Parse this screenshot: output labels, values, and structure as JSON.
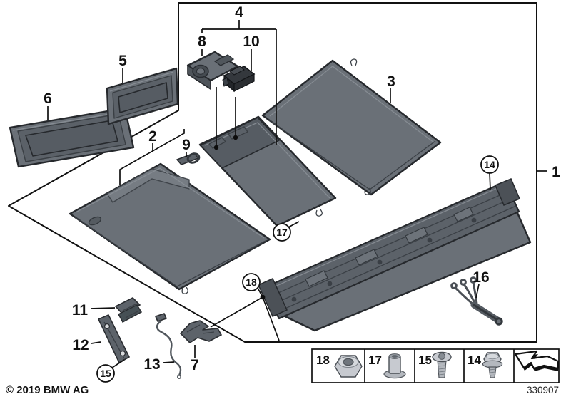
{
  "diagram": {
    "description": "Trunk floor / luggage compartment trim parts diagram",
    "callouts": {
      "c1": "1",
      "c2": "2",
      "c3": "3",
      "c4": "4",
      "c5": "5",
      "c6": "6",
      "c7": "7",
      "c8": "8",
      "c9": "9",
      "c10": "10",
      "c11": "11",
      "c12": "12",
      "c13": "13",
      "c14": "14",
      "c15": "15",
      "c16": "16",
      "c17": "17",
      "c18": "18"
    }
  },
  "legend": {
    "items": [
      {
        "label": "18",
        "icon": "hex-nut-icon"
      },
      {
        "label": "17",
        "icon": "sleeve-bushing-icon"
      },
      {
        "label": "15",
        "icon": "torx-screw-icon"
      },
      {
        "label": "14",
        "icon": "hex-bolt-icon"
      }
    ],
    "arrow_icon": "direction-arrow-icon"
  },
  "footer": {
    "copyright": "© 2019 BMW AG",
    "diagram_number": "330907"
  },
  "colors": {
    "background": "#ffffff",
    "line": "#111111",
    "panel_fill": "#6a7077",
    "panel_dark": "#565c63",
    "panel_outline": "#26292d",
    "metal_light": "#c7cad0",
    "black_part": "#34383d"
  }
}
